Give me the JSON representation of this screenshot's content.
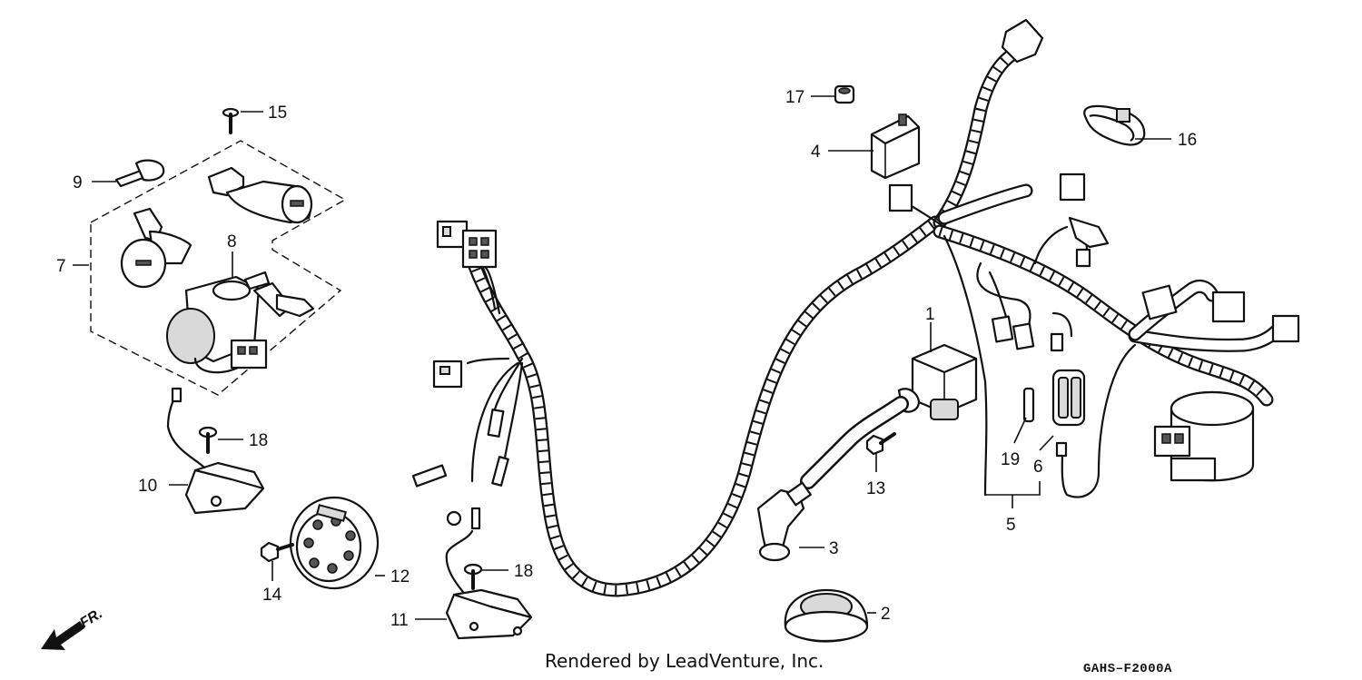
{
  "diagram": {
    "callouts": [
      {
        "id": "1",
        "label": "1"
      },
      {
        "id": "2",
        "label": "2"
      },
      {
        "id": "3",
        "label": "3"
      },
      {
        "id": "4",
        "label": "4"
      },
      {
        "id": "5",
        "label": "5"
      },
      {
        "id": "6",
        "label": "6"
      },
      {
        "id": "7",
        "label": "7"
      },
      {
        "id": "8",
        "label": "8"
      },
      {
        "id": "9",
        "label": "9"
      },
      {
        "id": "10",
        "label": "10"
      },
      {
        "id": "11",
        "label": "11"
      },
      {
        "id": "12",
        "label": "12"
      },
      {
        "id": "13",
        "label": "13"
      },
      {
        "id": "14",
        "label": "14"
      },
      {
        "id": "15",
        "label": "15"
      },
      {
        "id": "16",
        "label": "16"
      },
      {
        "id": "17",
        "label": "17"
      },
      {
        "id": "18a",
        "label": "18"
      },
      {
        "id": "18b",
        "label": "18"
      },
      {
        "id": "19",
        "label": "19"
      }
    ],
    "front_indicator": "FR.",
    "watermark": "Rendered by LeadVenture, Inc.",
    "drawing_code": "GAHS–F2000A"
  }
}
